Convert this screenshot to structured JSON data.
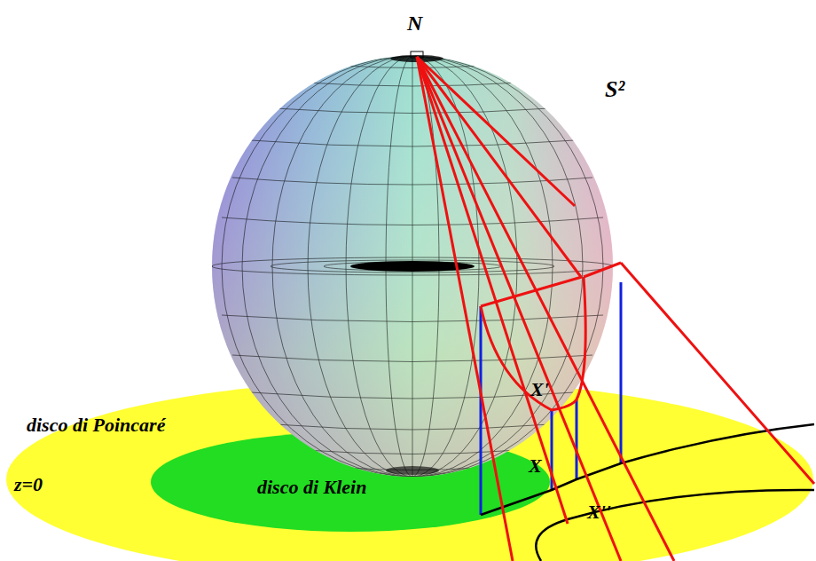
{
  "diagram": {
    "labels": [
      "N",
      "S²",
      "disco di Poincaré",
      "z=0",
      "disco di Klein",
      "X'",
      "X",
      "X''"
    ]
  }
}
